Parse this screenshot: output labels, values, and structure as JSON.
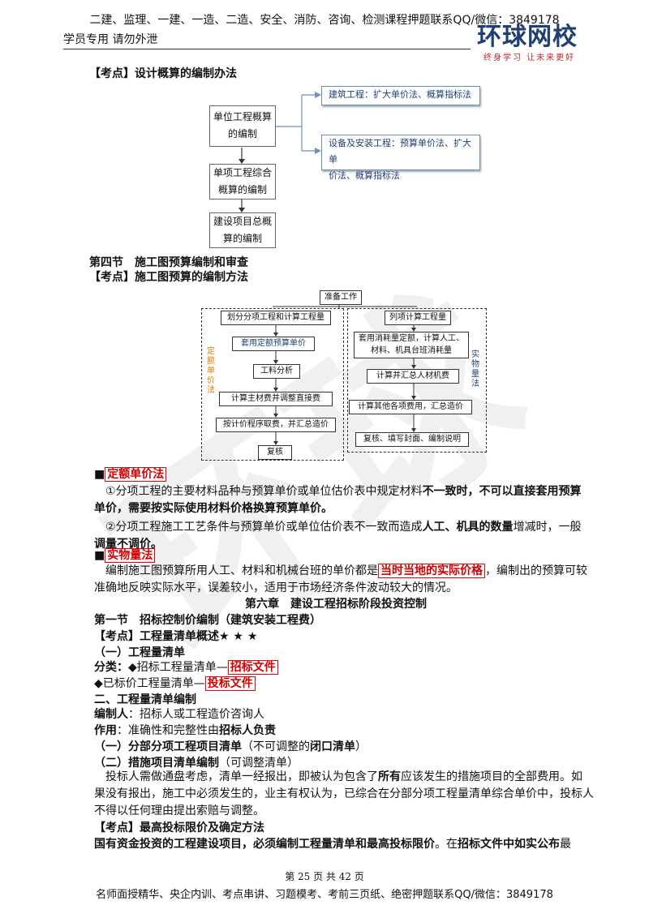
{
  "header": {
    "top_line": "二建、监理、一建、一造、二造、安全、消防、咨询、检测课程押题联系QQ/微信：3849178",
    "left_text": "学员专用 请勿外泄",
    "logo": {
      "brand": "环球网校",
      "slogan": "终身学习 让未来更好"
    }
  },
  "section1": {
    "title": "【考点】设计概算的编制办法",
    "diagram": {
      "box1": [
        "单位工程概算",
        "的编制"
      ],
      "box2": [
        "单项工程综合",
        "概算的编制"
      ],
      "box3": [
        "建设项目总概",
        "算的编制"
      ],
      "branch1": "建筑工程：扩大单价法、概算指标法",
      "branch2": [
        "设备及安装工程：预算单价法、扩大单",
        "价法、概算指标法"
      ]
    }
  },
  "section2": {
    "title1": "第四节　施工图预算编制和审查",
    "title2": "【考点】施工图预算的编制方法",
    "diagram": {
      "top": "准备工作",
      "left_label": "定额单价法",
      "right_label": "实物量法",
      "left_steps": [
        "划分分项工程和计算工程量",
        "套用定额预算单价",
        "工料分析",
        "计算主材费并调整直接费",
        "按计价程序取费，并汇总造价",
        "复核"
      ],
      "right_steps": [
        "列项计算工程量",
        "套用消耗量定额，计算人工、",
        "材料、机具台班消耗量",
        "计算并汇总人材机费",
        "计算其他各项费用，汇总造价",
        "复核、填写封面、编制说明"
      ]
    }
  },
  "section3": {
    "h1": "定额单价法",
    "p1a": "①分项工程的主要材料品种与预算单价或单位估价表中规定材料",
    "p1b": "不一致时，不可以直接套用预算",
    "p1c": "单价，需要按实际使用材料价格换算预算单价。",
    "p2a": "②分项工程施工工艺条件与预算单价或单位估价表不一致而造成",
    "p2b": "人工、机具的数量",
    "p2c": "增减时，一般",
    "p2d": "调量不调价。",
    "h2": "实物量法",
    "p3a": "编制施工图预算所用人工、材料和机械台班的单价都是",
    "p3b": "当时当地的实际价格",
    "p3c": "，编制出的预算可较",
    "p3d": "准确地反映实际水平，误差较小，适用于市场经济条件波动较大的情况。"
  },
  "chapter6": {
    "title": "第六章　建设工程招标阶段投资控制",
    "sec1": "第一节　招标控制价编制（建筑安装工程费）",
    "kd1": "【考点】工程量清单概述★ ★ ★",
    "sub1": "（一）工程量清单",
    "cls_label": "分类：",
    "cls1a": "◆招标工程量清单—",
    "cls1b": "招标文件",
    "cls2a": "◆已标价工程量清单—",
    "cls2b": "投标文件",
    "sub2": "二、工程量清单编制",
    "bz_label": "编制人",
    "bz_text": "：招标人或工程造价咨询人",
    "zy_label": "作用",
    "zy_text": "：准确性和完整性由",
    "zy_bold": "招标人负责",
    "fb_title": "（一）分部分项工程项目清单",
    "fb_note1": "（不可调整的",
    "fb_note_bold": "闭口清单",
    "fb_note2": "）",
    "cs_title": "（二）措施项目清单编制",
    "cs_note": "（可调整清单）",
    "p4a": "投标人需做通盘考虑，清单一经报出，即被认为包含了",
    "p4b": "所有",
    "p4c": "应该发生的措施项目的全部费用。如",
    "p4d": "果没有报出，施工中必须发生的，业主有权认为，已综合在分部分项工程量清单综合单价中，投标人",
    "p4e": "不得以任何理由提出索赔与调整。",
    "kd2": "【考点】最高投标限价及确定方法",
    "p5a": "国有资金投资的工程建设项目，必须编制工程量清单和最高投标限价",
    "p5b": "。在",
    "p5c": "招标文件中如实公布",
    "p5d": "最"
  },
  "footer": {
    "page": "第 25 页 共 42 页",
    "text": "名师面授精华、央企内训、考点串讲、习题模考、考前三页纸、绝密押题联系QQ/微信：3849178"
  },
  "colors": {
    "red": "#d00000",
    "blue": "#1f3f73",
    "orange": "#e07b00"
  }
}
